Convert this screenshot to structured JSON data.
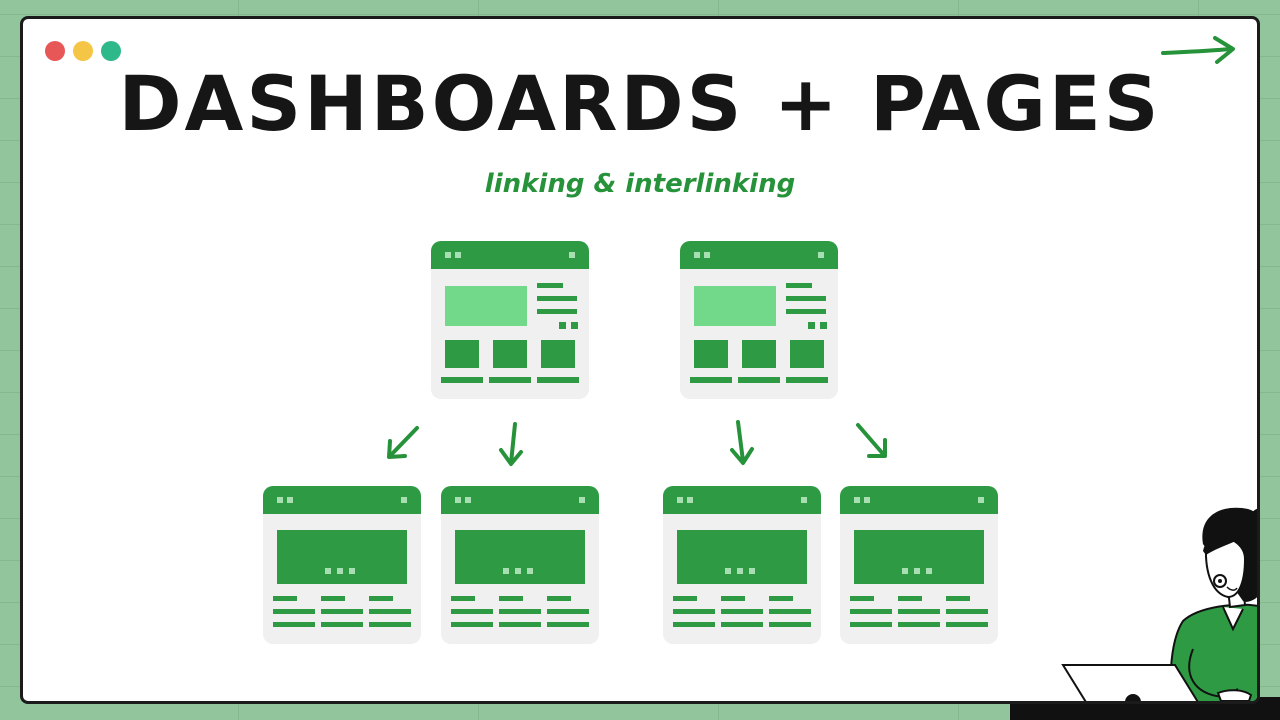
{
  "title": "DASHBOARDS + PAGES",
  "subtitle": "linking & interlinking",
  "colors": {
    "background": "#93c59c",
    "accent": "#26923a",
    "window_bar": "#2e9a44",
    "hero_light": "#73d98a",
    "traffic_red": "#e85757",
    "traffic_yellow": "#f5c646",
    "traffic_green": "#2fb98b"
  },
  "icons": {
    "top_right": "arrow-right-icon",
    "connector": "arrow-down-icon",
    "illustration": "person-with-laptop"
  }
}
